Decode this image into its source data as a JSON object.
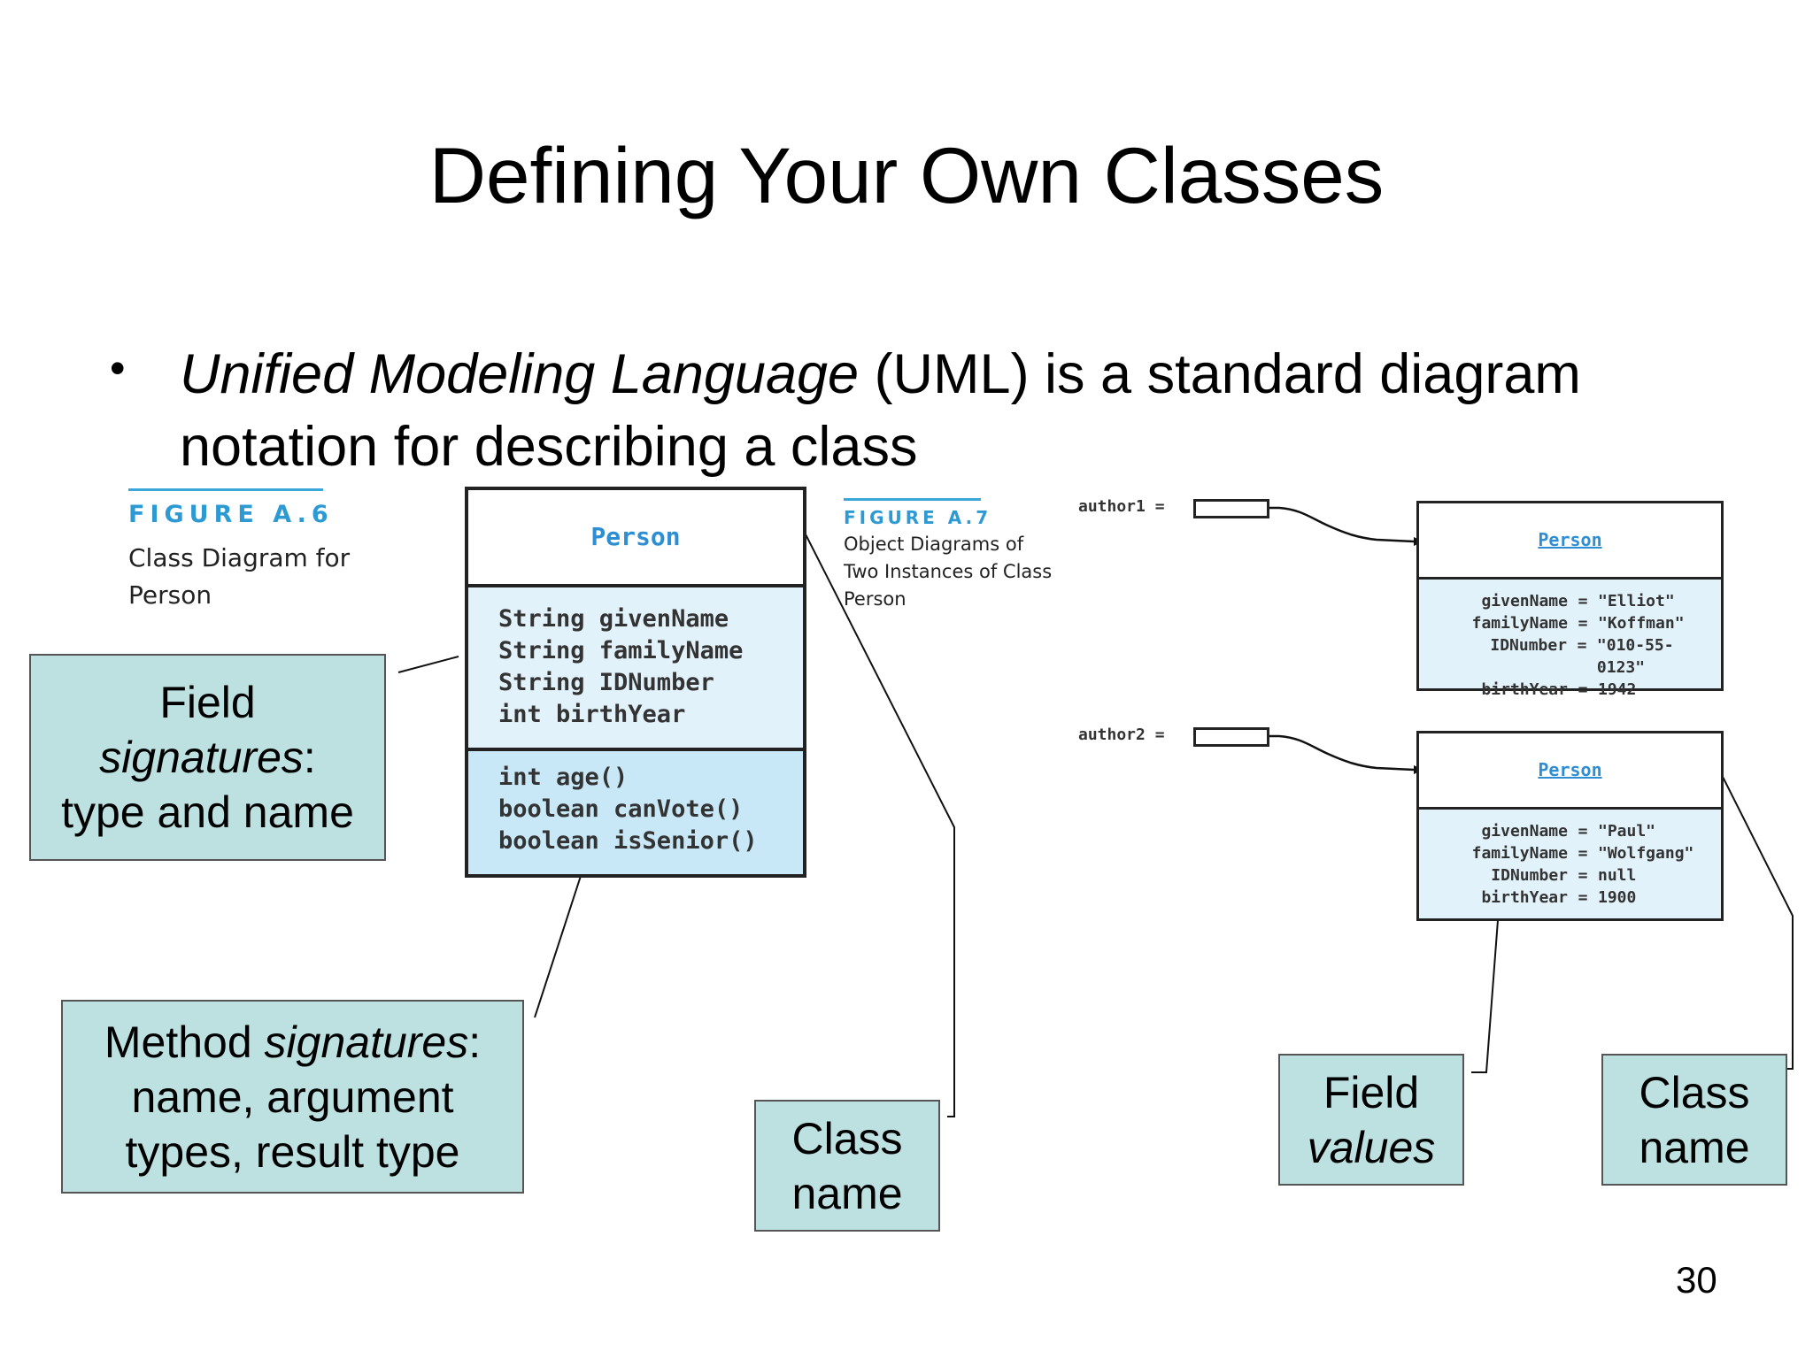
{
  "title": "Defining Your Own Classes",
  "bullet": {
    "italic": "Unified Modeling Language",
    "rest": " (UML) is a standard diagram notation for describing a class"
  },
  "fig_a6": {
    "label": "FIGURE A.6",
    "caption_line1": "Class Diagram for",
    "caption_line2": "Person"
  },
  "uml": {
    "class_name": "Person",
    "fields": [
      "String givenName",
      "String familyName",
      "String IDNumber",
      "int birthYear"
    ],
    "methods": [
      "int age()",
      "boolean canVote()",
      "boolean isSenior()"
    ]
  },
  "fig_a7": {
    "label": "FIGURE A.7",
    "caption_line1": "Object Diagrams of",
    "caption_line2": "Two Instances of Class",
    "caption_line3": "Person"
  },
  "objects": [
    {
      "ref": "author1 =",
      "class_name": "Person",
      "fields": [
        {
          "key": "givenName",
          "value": "\"Elliot\""
        },
        {
          "key": "familyName",
          "value": "\"Koffman\""
        },
        {
          "key": "IDNumber",
          "value": "\"010-55-0123\""
        },
        {
          "key": "birthYear",
          "value": "1942"
        }
      ]
    },
    {
      "ref": "author2 =",
      "class_name": "Person",
      "fields": [
        {
          "key": "givenName",
          "value": "\"Paul\""
        },
        {
          "key": "familyName",
          "value": "\"Wolfgang\""
        },
        {
          "key": "IDNumber",
          "value": "null"
        },
        {
          "key": "birthYear",
          "value": "1900"
        }
      ]
    }
  ],
  "callouts": {
    "field_sig": {
      "line1": "Field",
      "line2_italic": "signatures",
      "line2_rest": ":",
      "line3": "type and name"
    },
    "method_sig": {
      "line1_plain": "Method ",
      "line1_italic": "signatures",
      "line1_rest": ":",
      "line2": "name, argument",
      "line3": "types, result type"
    },
    "class_name_left": {
      "line1": "Class",
      "line2": "name"
    },
    "field_values": {
      "line1": "Field",
      "line2_italic": "values"
    },
    "class_name_right": {
      "line1": "Class",
      "line2": "name"
    }
  },
  "page_number": "30",
  "colors": {
    "callout_bg": "#bde0e0",
    "figure_label": "#2e9ad4",
    "class_fields_bg": "#e2f2fb",
    "class_methods_bg": "#c8e8f7"
  }
}
